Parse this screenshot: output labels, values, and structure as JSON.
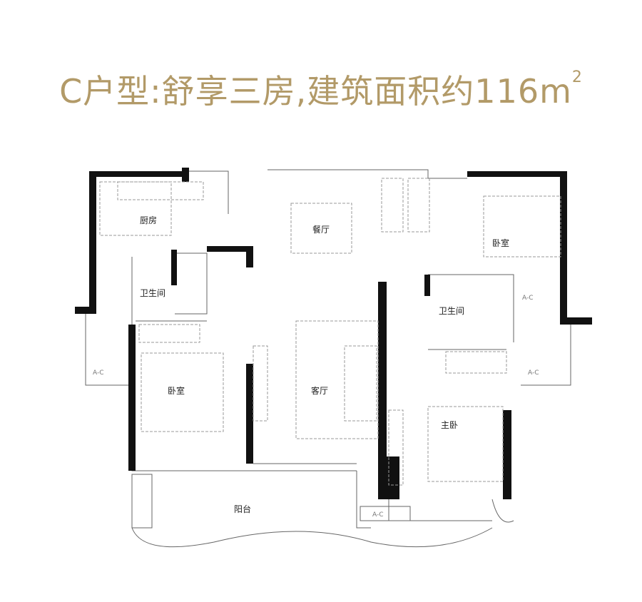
{
  "title": {
    "text": "C户型:舒享三房,建筑面积约116m",
    "superscript": "2",
    "color": "#b29a68"
  },
  "rooms": {
    "kitchen": "厨房",
    "dining": "餐厅",
    "bedroom_ne": "卧室",
    "bath_w": "卫生间",
    "bath_e": "卫生间",
    "bedroom_sw": "卧室",
    "living": "客厅",
    "master": "主卧",
    "balcony": "阳台"
  },
  "ac_label": "A-C"
}
